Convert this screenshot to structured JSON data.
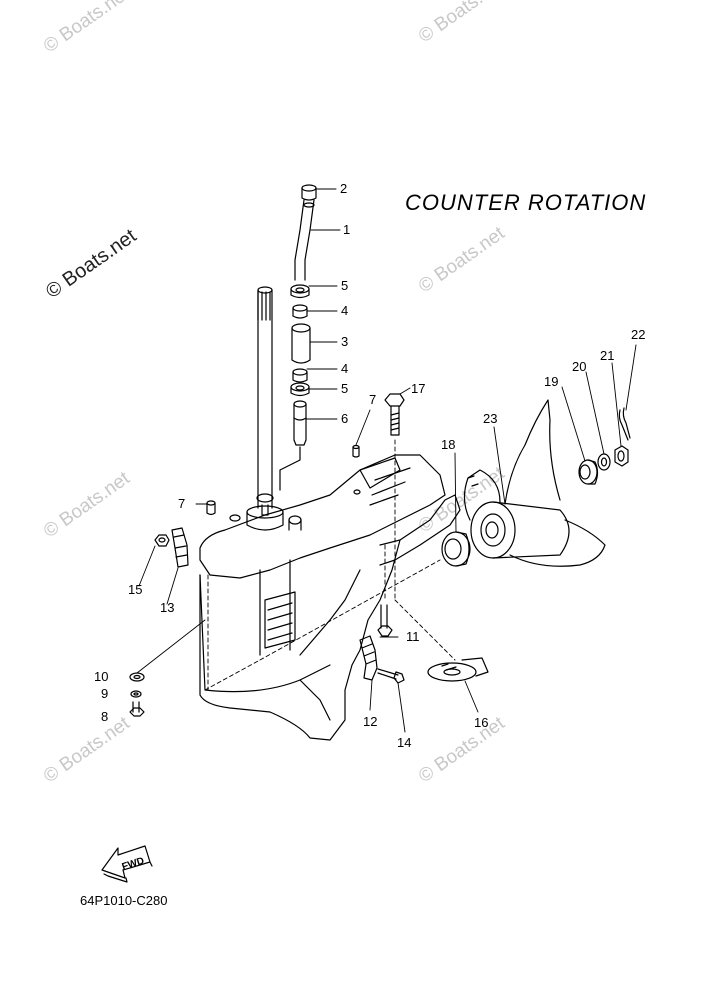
{
  "title": "COUNTER  ROTATION",
  "part_number": "64P1010-C280",
  "watermark": "© Boats.net",
  "fwd_label": "FWD",
  "callouts": {
    "c1": "1",
    "c2": "2",
    "c3": "3",
    "c4a": "4",
    "c4b": "4",
    "c5a": "5",
    "c5b": "5",
    "c6": "6",
    "c7a": "7",
    "c7b": "7",
    "c8": "8",
    "c9": "9",
    "c10": "10",
    "c11": "11",
    "c12": "12",
    "c13": "13",
    "c14": "14",
    "c15": "15",
    "c16": "16",
    "c17": "17",
    "c18": "18",
    "c19": "19",
    "c20": "20",
    "c21": "21",
    "c22": "22",
    "c23": "23"
  },
  "colors": {
    "line": "#000000",
    "watermark": "#c8c8c8"
  }
}
